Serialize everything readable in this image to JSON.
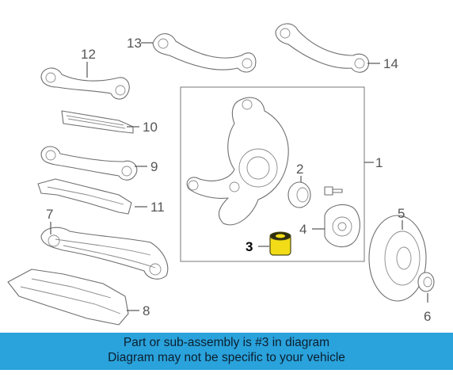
{
  "callouts": {
    "c1": "1",
    "c2": "2",
    "c3": "3",
    "c4": "4",
    "c5": "5",
    "c6": "6",
    "c7": "7",
    "c8": "8",
    "c9": "9",
    "c10": "10",
    "c11": "11",
    "c12": "12",
    "c13": "13",
    "c14": "14"
  },
  "highlighted_part": "3",
  "colors": {
    "banner_bg": "#2aa2dc",
    "highlight_part": "#f2dc17",
    "line_art": "#6f6f6f"
  },
  "banner": {
    "line1": "Part or sub-assembly is #3 in diagram",
    "line2": "Diagram may not be specific to your vehicle"
  }
}
